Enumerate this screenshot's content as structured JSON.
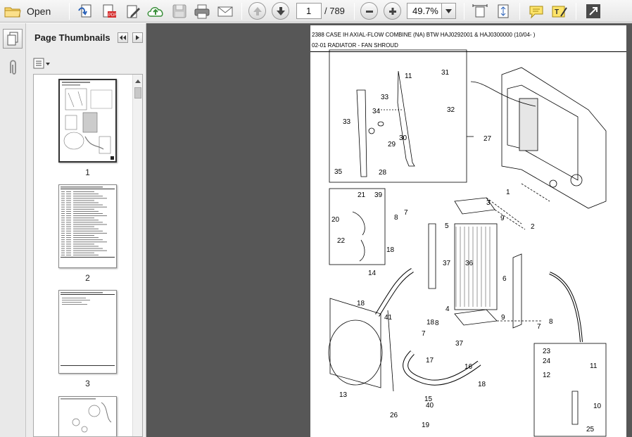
{
  "toolbar": {
    "open_label": "Open",
    "page_number": "1",
    "page_total": "/ 789",
    "zoom": "49.7%"
  },
  "panel": {
    "title": "Page Thumbnails"
  },
  "thumbnails": [
    {
      "label": "1"
    },
    {
      "label": "2"
    },
    {
      "label": "3"
    }
  ],
  "document": {
    "header_line1": "2388 CASE IH AXIAL-FLOW COMBINE (NA) BTW HAJ0292001 & HAJ0300000 (10/04- )",
    "header_line2": "02-01 RADIATOR - FAN  SHROUD",
    "callouts": [
      "11",
      "31",
      "33",
      "32",
      "34",
      "30",
      "29",
      "33",
      "35",
      "28",
      "27",
      "1",
      "3",
      "21",
      "39",
      "20",
      "22",
      "7",
      "8",
      "5",
      "9",
      "2",
      "18",
      "37",
      "36",
      "14",
      "6",
      "8",
      "7",
      "18",
      "41",
      "4",
      "9",
      "7",
      "8",
      "18",
      "37",
      "17",
      "16",
      "18",
      "13",
      "15",
      "40",
      "26",
      "19",
      "23",
      "24",
      "11",
      "12",
      "10",
      "25"
    ]
  }
}
